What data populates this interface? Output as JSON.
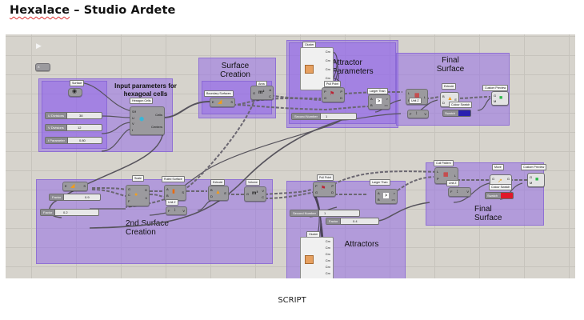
{
  "document": {
    "title_word1": "Hexalace",
    "title_rest": " – Studio Ardete",
    "caption": "SCRIPT"
  },
  "canvas": {
    "top_left_param": "X",
    "groups": {
      "input": "Input parameters for hexagoal cells",
      "surface_creation": "Surface Creation",
      "attractor_params": "Attractor Parameters",
      "final_surface_1": "Final Surface",
      "second_surface": "2nd Surface Creation",
      "attractors": "Attractors",
      "final_surface_2": "Final Surface"
    },
    "components": {
      "surface": "Surface",
      "hexagon_cells": "Hexagon Cells",
      "hex_inputs": [
        "S/f",
        "U",
        "V",
        "t"
      ],
      "hex_outputs": [
        "Cells",
        "Centers"
      ],
      "boundary_surfaces": "Boundary Surfaces",
      "area": "Area",
      "area_outputs": [
        "A",
        "C"
      ],
      "cluster_top": "Cluster",
      "cluster_bottom": "Cluster",
      "cluster_outputs": [
        "Crv",
        "Crv",
        "Crv",
        "Crv",
        "Crv"
      ],
      "cluster_bottom_outputs": [
        "Crv",
        "Crv",
        "Crv",
        "Crv",
        "Crv",
        "Crv"
      ],
      "pull_point_top": "Pull Point",
      "pull_point_bottom": "Pull Point",
      "larger_than_top": "Larger Than",
      "larger_than_bottom": "Larger Than",
      "cull_pattern_top": "Cull Pattern",
      "cull_pattern_bottom": "Cull Pattern",
      "unit_z_top": "Unit Z",
      "unit_z_2d": "Unit Z",
      "unit_z_bottom": "Unit Z",
      "extrude_top": "Extrude",
      "extrude_2nd": "Extrude",
      "custom_preview_top": "Custom Preview",
      "custom_preview_bottom": "Custom Preview",
      "colour_swatch_top": "Colour Swatch",
      "colour_swatch_bottom": "Colour Swatch",
      "scale": "Scale",
      "ruled_surface": "Ruled Surface",
      "volume": "Volume",
      "move": "Move"
    },
    "sliders": {
      "u_divisions": {
        "label": "U Divisions",
        "value": "38"
      },
      "v_divisions": {
        "label": "V Divisions",
        "value": "12"
      },
      "t_parameter": {
        "label": "t Parameter",
        "value": "0.80"
      },
      "second_number_top": {
        "label": "Second Number",
        "value": "1"
      },
      "factor_scale": {
        "label": "Factor",
        "value": "0.9"
      },
      "factor_unitz": {
        "label": "Factor",
        "value": "0.2"
      },
      "second_number_bottom": {
        "label": "Second Number",
        "value": "1"
      },
      "factor_attractor": {
        "label": "Factor",
        "value": "0.4"
      }
    },
    "swatches": {
      "top": {
        "label": "Swatch",
        "color": "#2a1fb0"
      },
      "bottom": {
        "label": "Swatch",
        "color": "#e0182a"
      }
    }
  }
}
